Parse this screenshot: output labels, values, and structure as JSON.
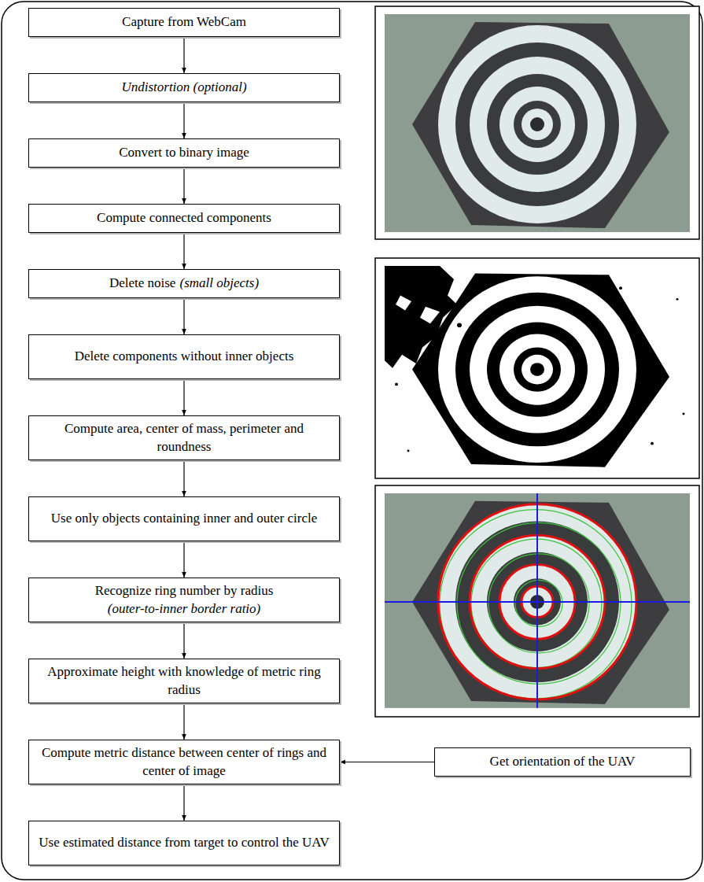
{
  "diagram": {
    "nodes": [
      {
        "text": [
          "Capture from WebCam"
        ]
      },
      {
        "text": [
          "Undistortion (optional)"
        ]
      },
      {
        "text": [
          "Convert to binary image"
        ]
      },
      {
        "text": [
          "Compute connected components"
        ]
      },
      {
        "text": [
          "Delete noise",
          "(small objects)"
        ]
      },
      {
        "text": [
          "Delete components without inner objects"
        ]
      },
      {
        "text": [
          "Compute area, center of mass, perimeter and roundness"
        ]
      },
      {
        "text": [
          "Use only objects containing inner and outer circle"
        ]
      },
      {
        "text": [
          "Recognize ring number by radius",
          "(outer-to-inner border ratio)"
        ]
      },
      {
        "text": [
          "Approximate height with knowledge of metric ring radius"
        ]
      },
      {
        "text": [
          "Compute metric distance between center of rings and center of image"
        ]
      },
      {
        "text": [
          "Use estimated distance from target to control the UAV"
        ]
      },
      {
        "text": [
          "Get orientation of the UAV"
        ]
      }
    ],
    "edges": [
      {
        "from": 0,
        "to": 1,
        "arrow": "to"
      },
      {
        "from": 1,
        "to": 2,
        "arrow": "to"
      },
      {
        "from": 2,
        "to": 3,
        "arrow": "to"
      },
      {
        "from": 3,
        "to": 4,
        "arrow": "to"
      },
      {
        "from": 4,
        "to": 5,
        "arrow": "to"
      },
      {
        "from": 5,
        "to": 6,
        "arrow": "to"
      },
      {
        "from": 6,
        "to": 7,
        "arrow": "to"
      },
      {
        "from": 7,
        "to": 8,
        "arrow": "to"
      },
      {
        "from": 8,
        "to": 9,
        "arrow": "to"
      },
      {
        "from": 9,
        "to": 10,
        "arrow": "to"
      },
      {
        "from": 10,
        "to": 11,
        "arrow": "to"
      },
      {
        "from": 12,
        "to": 10,
        "arrow": "to"
      }
    ]
  }
}
